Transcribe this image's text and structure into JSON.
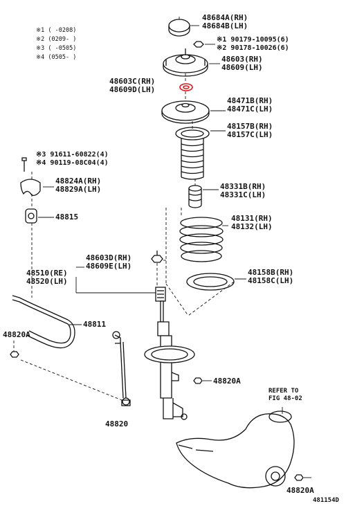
{
  "notes": [
    {
      "mark": "※1",
      "text": "(      -0208)"
    },
    {
      "mark": "※2",
      "text": "(0209-     )"
    },
    {
      "mark": "※3",
      "text": "(      -0505)"
    },
    {
      "mark": "※4",
      "text": "(0505-     )"
    }
  ],
  "parts": {
    "mount_cap": [
      "48684A(RH)",
      "48684B(LH)"
    ],
    "nuts_a": [
      "※1 90179-10095(6)",
      "※2 90178-10026(6)"
    ],
    "support": [
      "48603(RH)",
      "48609(LH)"
    ],
    "support_ring": [
      "48603C(RH)",
      "48609D(LH)"
    ],
    "upper_seat": [
      "48471B(RH)",
      "48471C(LH)"
    ],
    "boot": [
      "48157B(RH)",
      "48157C(LH)"
    ],
    "bumper": [
      "48331B(RH)",
      "48331C(LH)"
    ],
    "spring": [
      "48131(RH)",
      "48132(LH)"
    ],
    "lower_insulator": [
      "48158B(RH)",
      "48158C(LH)"
    ],
    "stab_bolts": [
      "※3 91611-60822(4)",
      "※4 90119-08C04(4)"
    ],
    "stab_bracket": [
      "48824A(RH)",
      "48829A(LH)"
    ],
    "stab_bushing": "48815",
    "strut_assy": [
      "48510(RE)",
      "48520(LH)"
    ],
    "strut_support_sub": [
      "48603D(RH)",
      "48609E(LH)"
    ],
    "stabilizer_bar": "48811",
    "nut_left": "48820A",
    "nut_mid": "48820A",
    "nut_bottom": "48820A",
    "stab_link": "48820",
    "refer_note": [
      "REFER TO",
      "FIG 48-02"
    ],
    "figure_id": "481154D"
  },
  "colors": {
    "ink": "#111111",
    "highlight": "#e8141b"
  }
}
